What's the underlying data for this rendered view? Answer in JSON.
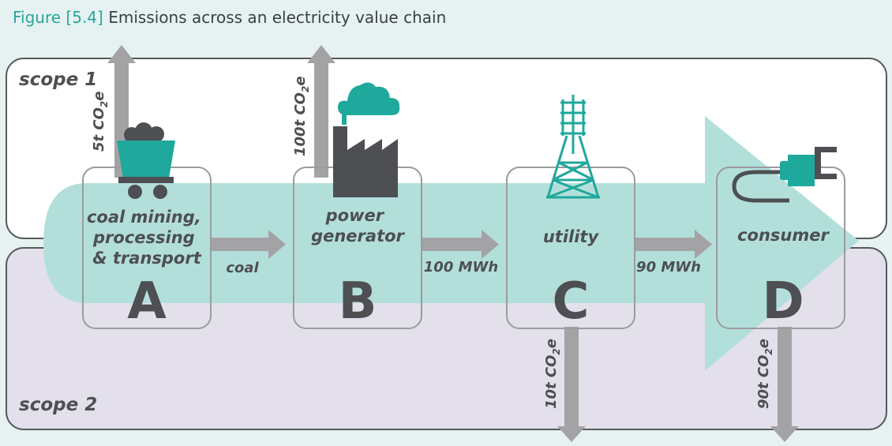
{
  "figure": {
    "number": "Figure [5.4]",
    "caption": "Emissions across an electricity value chain"
  },
  "scopes": {
    "scope1": "scope 1",
    "scope2": "scope 2"
  },
  "stages": [
    {
      "letter": "A",
      "lines": [
        "coal mining,",
        "processing",
        "& transport"
      ],
      "icon": "coal-cart-icon"
    },
    {
      "letter": "B",
      "lines": [
        "power",
        "generator"
      ],
      "icon": "factory-icon"
    },
    {
      "letter": "C",
      "lines": [
        "utility"
      ],
      "icon": "transmission-tower-icon"
    },
    {
      "letter": "D",
      "lines": [
        "consumer"
      ],
      "icon": "power-plug-icon"
    }
  ],
  "flows": {
    "a_to_b": "coal",
    "b_to_c": "100 MWh",
    "c_to_d": "90 MWh"
  },
  "emissions": {
    "a": {
      "amount": "5t CO",
      "sub": "2",
      "suffix": "e"
    },
    "b": {
      "amount": "100t CO",
      "sub": "2",
      "suffix": "e"
    },
    "c": {
      "amount": "10t CO",
      "sub": "2",
      "suffix": "e"
    },
    "d": {
      "amount": "90t CO",
      "sub": "2",
      "suffix": "e"
    }
  },
  "colors": {
    "teal": "#1fa89c",
    "teal_light": "#b3dfdb",
    "scope2_fill": "#e3e0ec",
    "gray_arrow": "#a3a3a5",
    "dark": "#4d4f52"
  }
}
